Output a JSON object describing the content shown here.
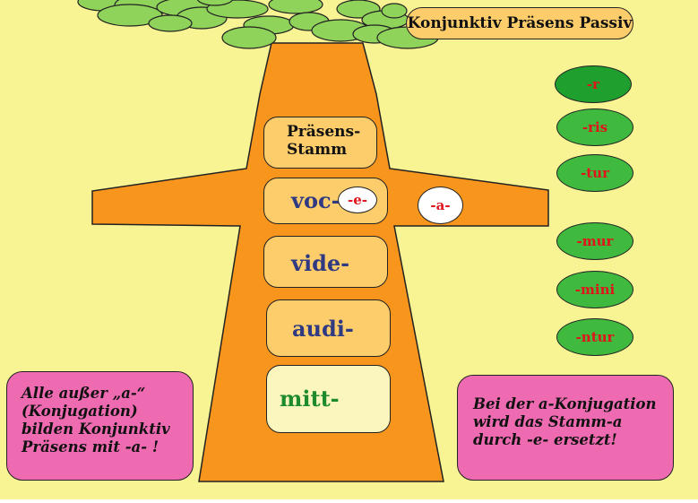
{
  "title": "Konjunktiv Präsens Passiv",
  "stem_label": "Präsens-\nStamm",
  "stems": [
    "voc-",
    "vide-",
    "audi-",
    "mitt-"
  ],
  "vowels": {
    "replace": "-e-",
    "subjunctive": "-a-"
  },
  "endings": [
    "-r",
    "-ris",
    "-tur",
    "-mur",
    "-mini",
    "-ntur"
  ],
  "notes": {
    "left": "Alle außer „a-“\n(Konjugation)\nbilden Konjunktiv\nPräsens mit -a- !",
    "right": "Bei der a-Konjugation\nwird das Stamm-a\ndurch -e- ersetzt!"
  },
  "colors": {
    "background": "#f8f393",
    "trunk": "#f7951d",
    "leaves": "#8fd35a",
    "box": "#fccd6a",
    "stem_text": "#2f3a82",
    "stem_highlight": "#1e8a2e",
    "ending_green": "#3fba3f",
    "ending_text": "#e0141b",
    "note_pink": "#ee6bb2"
  }
}
